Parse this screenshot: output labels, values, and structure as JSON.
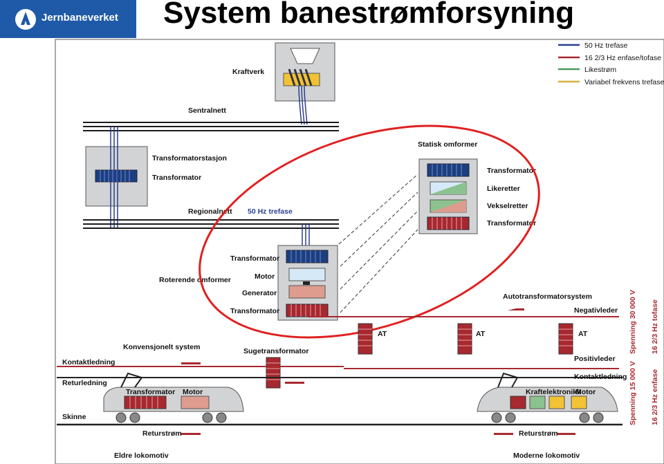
{
  "page_title": "System banestrømforsyning",
  "logo": {
    "text": "Jernbaneverket",
    "color": "#1f5aa8"
  },
  "colors": {
    "line_50hz": "#2b3f8f",
    "line_1623": "#a8282f",
    "line_dc": "#4d9a5a",
    "line_var": "#d8b23c",
    "highlight_ellipse": "#e02020"
  },
  "legend": [
    {
      "label": "50 Hz trefase",
      "color": "#2b3f8f"
    },
    {
      "label": "16 2/3 Hz enfase/tofase",
      "color": "#a8282f"
    },
    {
      "label": "Likestrøm",
      "color": "#4d9a5a"
    },
    {
      "label": "Variabel frekvens trefase",
      "color": "#d8b23c"
    }
  ],
  "labels": {
    "kraftverk": "Kraftverk",
    "sentralnett": "Sentralnett",
    "transformatorstasjon": "Transformatorstasjon",
    "transformator": "Transformator",
    "regionalnett": "Regionalnett",
    "hz50_trefase": "50 Hz trefase",
    "statisk_omformer": "Statisk omformer",
    "likeretter": "Likeretter",
    "vekselretter": "Vekselretter",
    "roterende_omformer": "Roterende omformer",
    "motor": "Motor",
    "generator": "Generator",
    "autotransformatorsystem": "Autotransformatorsystem",
    "negativleder": "Negativleder",
    "positivleder": "Positivleder",
    "at": "AT",
    "konvensjonelt_system": "Konvensjonelt system",
    "sugetransformator": "Sugetransformator",
    "kontaktledning": "Kontaktledning",
    "returledning": "Returledning",
    "skinne": "Skinne",
    "returstrom": "Returstrøm",
    "kraftelektronikk": "Kraftelektronikk",
    "eldre_lokomotiv": "Eldre lokomotiv",
    "moderne_lokomotiv": "Moderne lokomotiv",
    "spenning_30000": "Spenning 30 000 V",
    "hz_tofase": "16 2/3 Hz tofase",
    "spenning_15000": "Spenning 15 000 V",
    "hz_enfase": "16 2/3 Hz enfase"
  }
}
